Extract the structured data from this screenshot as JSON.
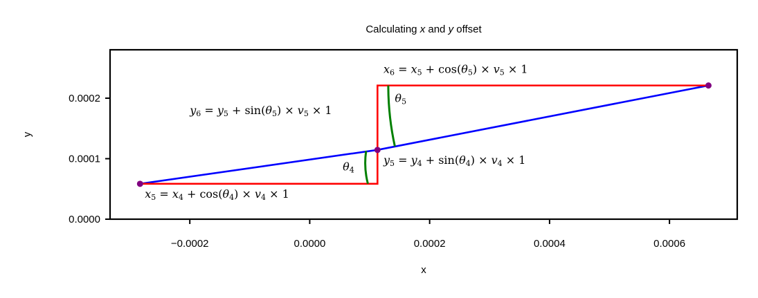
{
  "chart_data": {
    "type": "line",
    "title_parts": [
      "Calculating ",
      "x",
      " and ",
      "y",
      " offset"
    ],
    "xlabel": "x",
    "ylabel": "y",
    "xlim": [
      -0.000333,
      0.000713
    ],
    "ylim": [
      0.0,
      0.00028
    ],
    "x_ticks": [
      -0.0002,
      0.0,
      0.0002,
      0.0004,
      0.0006
    ],
    "x_tick_labels": [
      "−0.0002",
      "0.0000",
      "0.0002",
      "0.0004",
      "0.0006"
    ],
    "y_ticks": [
      0.0,
      0.0001,
      0.0002
    ],
    "y_tick_labels": [
      "0.0000",
      "0.0001",
      "0.0002"
    ],
    "grid": false,
    "points": [
      {
        "x": -0.000283,
        "y": 5.85e-05
      },
      {
        "x": 0.000113,
        "y": 0.0001145
      },
      {
        "x": 0.000665,
        "y": 0.000221
      }
    ],
    "series": [
      {
        "role": "path",
        "color": "#0000ff",
        "x": [
          -0.000283,
          0.000113,
          0.000665
        ],
        "y": [
          5.85e-05,
          0.0001145,
          0.000221
        ]
      },
      {
        "role": "offsets-4",
        "color": "#ff0000",
        "x": [
          -0.000283,
          0.000113,
          0.000113
        ],
        "y": [
          5.85e-05,
          5.85e-05,
          0.0001145
        ]
      },
      {
        "role": "offsets-5",
        "color": "#ff0000",
        "x": [
          0.000113,
          0.000113,
          0.000665
        ],
        "y": [
          0.0001145,
          0.000221,
          0.000221
        ]
      }
    ],
    "angle_arcs": [
      {
        "label": "4",
        "color": "#008000",
        "from": [
          9.7e-05,
          5.85e-05
        ],
        "to": [
          9.4e-05,
          0.0001127
        ],
        "ctrl": [
          9e-05,
          8.5e-05
        ]
      },
      {
        "label": "5",
        "color": "#008000",
        "from": [
          0.000131,
          0.000221
        ],
        "to": [
          0.000142,
          0.0001203
        ],
        "ctrl": [
          0.000131,
          0.00017
        ]
      }
    ],
    "annotations": [
      {
        "id": "x5",
        "x": -0.000275,
        "y": 3.55e-05,
        "text": "x5 = x4 + cos(θ4) × v4 × 1"
      },
      {
        "id": "y5",
        "x": 0.000123,
        "y": 9.15e-05,
        "text": "y5 = y4 + sin(θ4) × v4 × 1"
      },
      {
        "id": "y6",
        "x": -0.0002,
        "y": 0.000174,
        "text": "y6 = y5 + sin(θ5) × v5 × 1"
      },
      {
        "id": "x6",
        "x": 0.000123,
        "y": 0.0002415,
        "text": "x6 = x5 + cos(θ5) × v5 × 1"
      },
      {
        "id": "t4",
        "x": 5.5e-05,
        "y": 8.05e-05,
        "text": "θ4"
      },
      {
        "id": "t5",
        "x": 0.000142,
        "y": 0.000194,
        "text": "θ5"
      }
    ]
  }
}
